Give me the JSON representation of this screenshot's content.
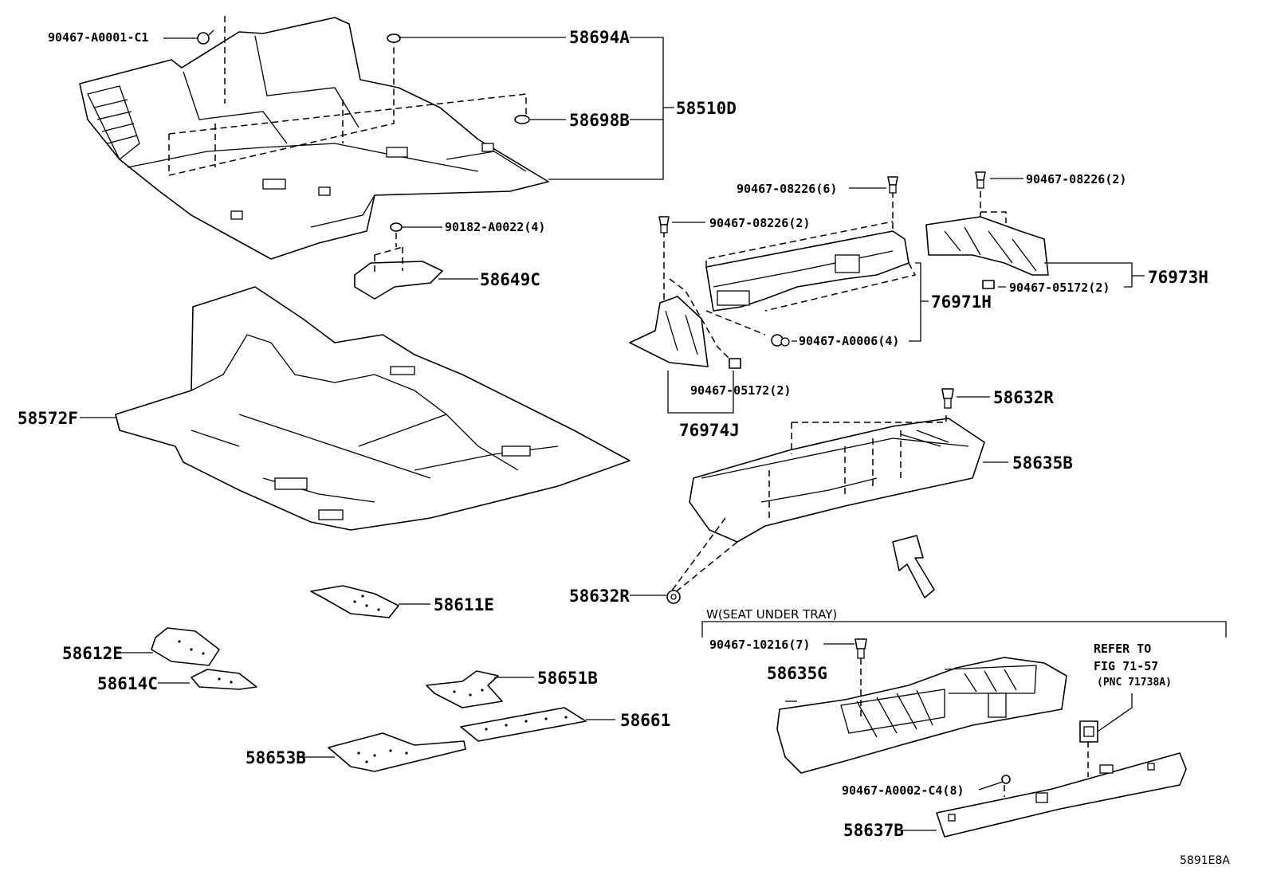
{
  "title_code": "5891E8A",
  "labels": {
    "p58694A": "58694A",
    "p90467A0001C1": "90467-A0001-C1",
    "p58698B": "58698B",
    "p58510D": "58510D",
    "p90182A0022": "90182-A0022(4)",
    "p58649C": "58649C",
    "p58572F": "58572F",
    "p9046708226_6": "90467-08226(6)",
    "p9046708226_2a": "90467-08226(2)",
    "p9046708226_2b": "90467-08226(2)",
    "p76973H": "76973H",
    "p9046705172_2a": "90467-05172(2)",
    "p76971H": "76971H",
    "p90467A0006": "90467-A0006(4)",
    "p9046705172_2b": "90467-05172(2)",
    "p76974J": "76974J",
    "p58632R_top": "58632R",
    "p58635B": "58635B",
    "p58632R_bottom": "58632R",
    "p58611E": "58611E",
    "p58612E": "58612E",
    "p58614C": "58614C",
    "p58651B": "58651B",
    "p58661": "58661",
    "p58653B": "58653B",
    "p9046710216": "90467-10216(7)",
    "p58635G": "58635G",
    "p90467A0002C4": "90467-A0002-C4(8)",
    "p58637B": "58637B"
  },
  "option_box": {
    "title": "W(SEAT UNDER TRAY)"
  },
  "refer_note": {
    "line1": "REFER TO",
    "line2": "FIG 71-57",
    "line3": "(PNC 71738A)"
  }
}
